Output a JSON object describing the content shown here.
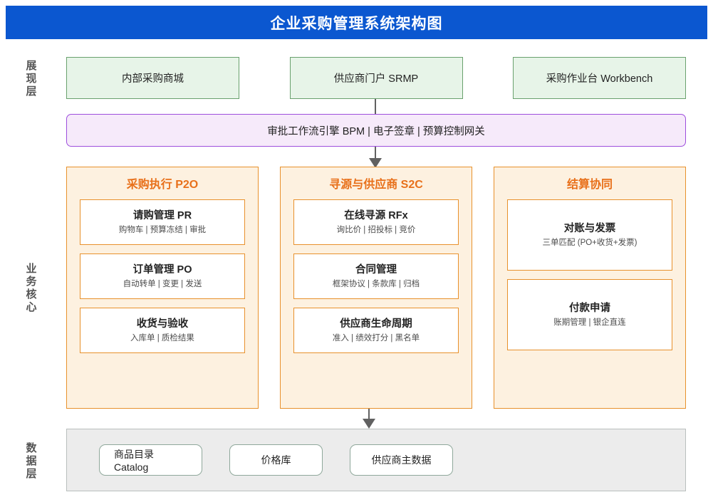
{
  "title": {
    "text": "企业采购管理系统架构图",
    "bar_color": "#0b57d0"
  },
  "layers": {
    "presentation_label": "展现层",
    "core_label": "业务核心",
    "data_label": "数据层"
  },
  "presentation": {
    "boxes": [
      {
        "label": "内部采购商城"
      },
      {
        "label": "供应商门户 SRMP"
      },
      {
        "label": "采购作业台 Workbench"
      }
    ],
    "fill_color": "#e7f4e8",
    "border_color": "#69a16d"
  },
  "middleware": {
    "label": "审批工作流引擎 BPM | 电子签章 | 预算控制网关",
    "fill_color": "#f6eafa",
    "border_color": "#9d4edd"
  },
  "core": {
    "fill_color": "#fdf1e0",
    "border_color": "#e8912c",
    "title_color": "#e8701a",
    "columns": [
      {
        "title": "采购执行 P2O",
        "cards": [
          {
            "title": "请购管理 PR",
            "sub": "购物车 | 预算冻结 | 审批"
          },
          {
            "title": "订单管理 PO",
            "sub": "自动转单 | 变更 | 发送"
          },
          {
            "title": "收货与验收",
            "sub": "入库单 | 质检结果"
          }
        ]
      },
      {
        "title": "寻源与供应商 S2C",
        "cards": [
          {
            "title": "在线寻源 RFx",
            "sub": "询比价 | 招投标 | 竞价"
          },
          {
            "title": "合同管理",
            "sub": "框架协议 | 条款库 | 归档"
          },
          {
            "title": "供应商生命周期",
            "sub": "准入 | 绩效打分 | 黑名单"
          }
        ]
      },
      {
        "title": "结算协同",
        "cards": [
          {
            "title": "对账与发票",
            "sub": "三单匹配 (PO+收货+发票)"
          },
          {
            "title": "付款申请",
            "sub": "账期管理 | 银企直连"
          }
        ]
      }
    ]
  },
  "data_layer": {
    "boxes": [
      {
        "label": "商品目录 Catalog"
      },
      {
        "label": "价格库"
      },
      {
        "label": "供应商主数据"
      }
    ],
    "band_color": "#ececec",
    "box_border_color": "#8fa89b"
  }
}
